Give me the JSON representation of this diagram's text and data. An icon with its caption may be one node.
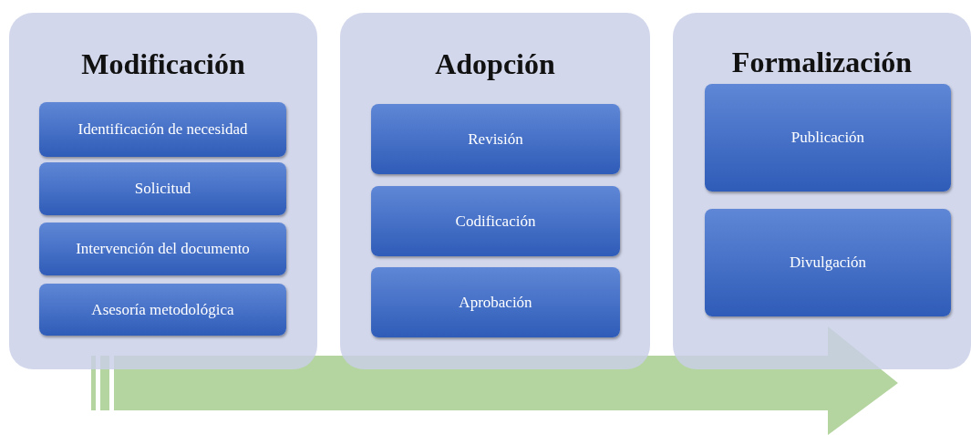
{
  "diagram": {
    "nodes": [
      {
        "text": [
          "Modificación"
        ]
      },
      {
        "text": [
          "Identificación de necesidad"
        ],
        "in": 0
      },
      {
        "text": [
          "Solicitud"
        ],
        "in": 0
      },
      {
        "text": [
          "Intervención del documento"
        ],
        "in": 0
      },
      {
        "text": [
          "Asesoría metodológica"
        ],
        "in": 0
      },
      {
        "text": [
          "Adopción"
        ]
      },
      {
        "text": [
          "Revisión"
        ],
        "in": 5
      },
      {
        "text": [
          "Codificación"
        ],
        "in": 5
      },
      {
        "text": [
          "Aprobación"
        ],
        "in": 5
      },
      {
        "text": [
          "Formalización"
        ]
      },
      {
        "text": [
          "Publicación"
        ],
        "in": 9
      },
      {
        "text": [
          "Divulgación"
        ],
        "in": 9
      }
    ]
  }
}
